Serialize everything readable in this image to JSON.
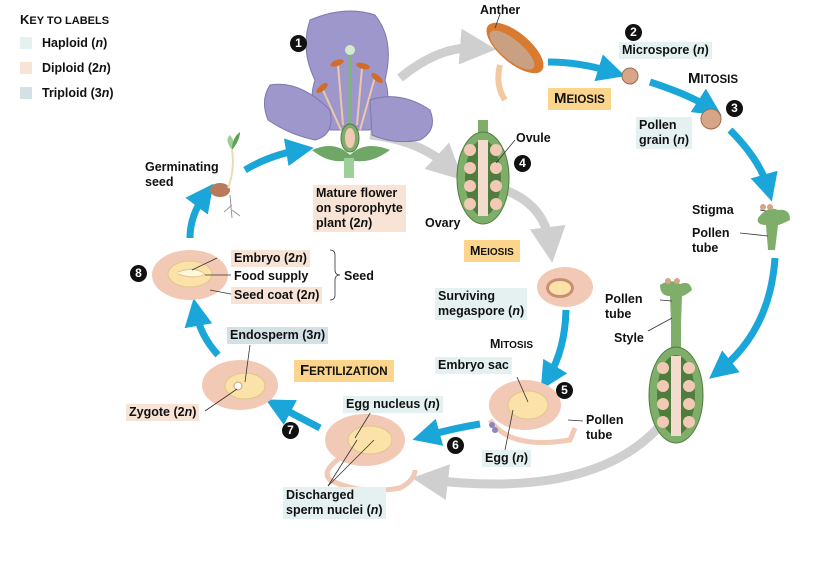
{
  "key": {
    "title_first": "K",
    "title_rest": "EY TO LABELS",
    "items": [
      {
        "label": "Haploid (",
        "italic": "n",
        "suffix": ")",
        "color": "#e4f1f0"
      },
      {
        "label": "Diploid (2",
        "italic": "n",
        "suffix": ")",
        "color": "#f8e4d6"
      },
      {
        "label": "Triploid (3",
        "italic": "n",
        "suffix": ")",
        "color": "#d3e0e6"
      }
    ]
  },
  "colors": {
    "cycle_arrow": "#1aa6d8",
    "detail_arrow": "#cfcfcf",
    "stage_box": "#fbd58b",
    "petal": "#9e97cc",
    "ovary_green": "#7fae6a",
    "ovule_pink": "#f2c9b4"
  },
  "steps": [
    "1",
    "2",
    "3",
    "4",
    "5",
    "6",
    "7",
    "8"
  ],
  "stages": {
    "meiosis_top": {
      "first": "M",
      "rest": "EIOSIS"
    },
    "mitosis_top": {
      "first": "M",
      "rest": "ITOSIS"
    },
    "meiosis_mid": {
      "first": "M",
      "rest": "EIOSIS"
    },
    "mitosis_mid": {
      "first": "M",
      "rest": "ITOSIS"
    },
    "fertilization": {
      "first": "F",
      "rest": "ERTILIZATION"
    }
  },
  "labels": {
    "anther": "Anther",
    "microspore": {
      "text": "Microspore (",
      "italic": "n",
      "suffix": ")"
    },
    "pollen_grain_1": "Pollen",
    "pollen_grain_2": {
      "text": "grain (",
      "italic": "n",
      "suffix": ")"
    },
    "ovule": "Ovule",
    "ovary": "Ovary",
    "stigma": "Stigma",
    "pollen_tube_top_1": "Pollen",
    "pollen_tube_top_2": "tube",
    "pollen_tube_mid_1": "Pollen",
    "pollen_tube_mid_2": "tube",
    "style": "Style",
    "mature_flower_1": "Mature flower",
    "mature_flower_2": "on sporophyte",
    "mature_flower_3": {
      "text": "plant (2",
      "italic": "n",
      "suffix": ")"
    },
    "germinating_1": "Germinating",
    "germinating_2": "seed",
    "embryo": {
      "text": "Embryo (2",
      "italic": "n",
      "suffix": ")"
    },
    "food_supply": "Food supply",
    "seed_coat": {
      "text": "Seed coat (2",
      "italic": "n",
      "suffix": ")"
    },
    "seed": "Seed",
    "surviving_1": "Surviving",
    "surviving_2": {
      "text": "megaspore (",
      "italic": "n",
      "suffix": ")"
    },
    "embryo_sac": "Embryo sac",
    "pollen_tube_low_1": "Pollen",
    "pollen_tube_low_2": "tube",
    "egg": {
      "text": "Egg (",
      "italic": "n",
      "suffix": ")"
    },
    "endosperm": {
      "text": "Endosperm (3",
      "italic": "n",
      "suffix": ")"
    },
    "zygote": {
      "text": "Zygote (2",
      "italic": "n",
      "suffix": ")"
    },
    "egg_nucleus": {
      "text": "Egg nucleus (",
      "italic": "n",
      "suffix": ")"
    },
    "discharged_1": "Discharged",
    "discharged_2": {
      "text": "sperm nuclei (",
      "italic": "n",
      "suffix": ")"
    }
  }
}
